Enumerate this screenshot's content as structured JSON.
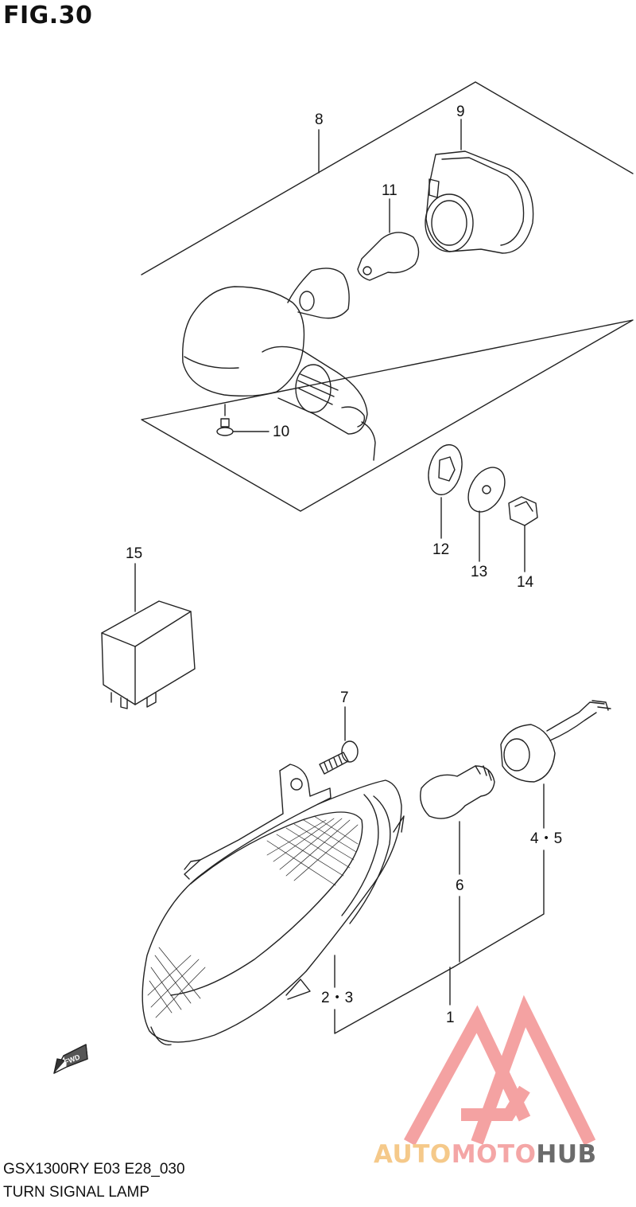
{
  "figure": {
    "title": "FIG.30",
    "model": "GSX1300RY E03 E28_030",
    "description": "TURN SIGNAL LAMP"
  },
  "callouts": {
    "c1": "1",
    "c2_3": "2・3",
    "c4_5": "4・5",
    "c6": "6",
    "c7": "7",
    "c8": "8",
    "c9": "9",
    "c10": "10",
    "c11": "11",
    "c12": "12",
    "c13": "13",
    "c14": "14",
    "c15": "15"
  },
  "fwd_label": "FWD",
  "watermark": {
    "part1": "AUTO",
    "part2": "MOTO",
    "part3": "HUB",
    "colors": {
      "auto": "#f5c98a",
      "moto": "#f4a6a6",
      "hub": "#6b6b6b",
      "logo": "#f28c8c"
    }
  }
}
